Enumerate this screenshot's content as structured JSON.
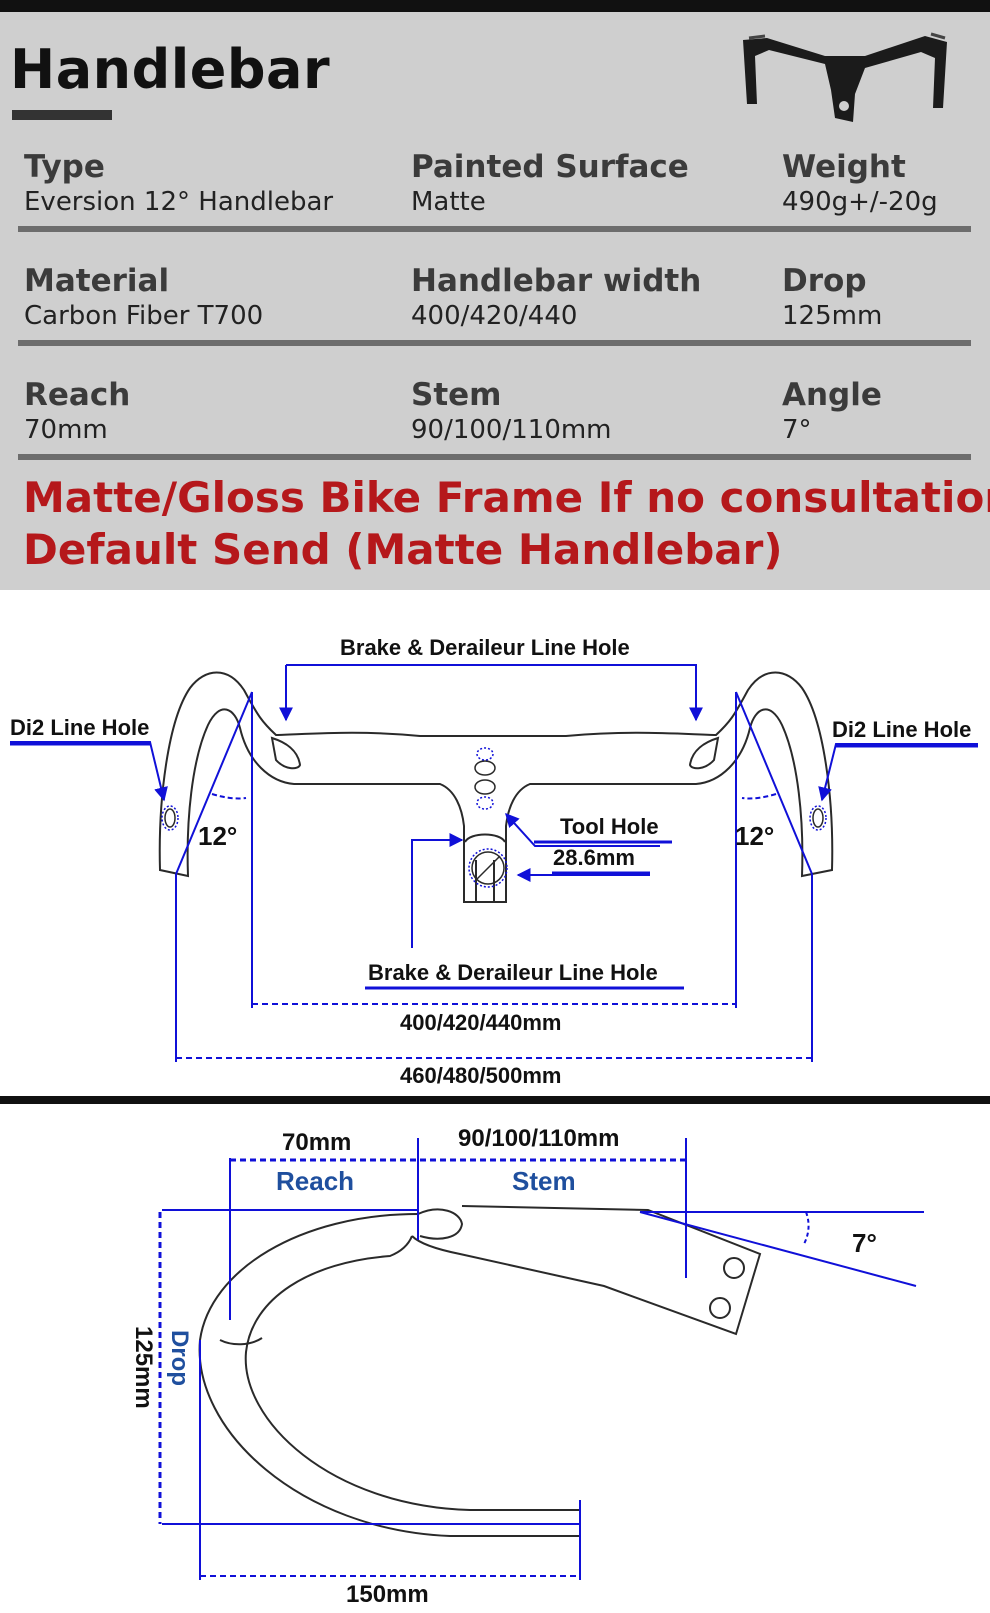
{
  "header": {
    "title": "Handlebar"
  },
  "specs": [
    [
      {
        "label": "Type",
        "value": "Eversion 12° Handlebar"
      },
      {
        "label": "Painted Surface",
        "value": "Matte"
      },
      {
        "label": "Weight",
        "value": "490g+/-20g"
      }
    ],
    [
      {
        "label": "Material",
        "value": "Carbon Fiber T700"
      },
      {
        "label": "Handlebar width",
        "value": " 400/420/440"
      },
      {
        "label": "Drop",
        "value": "125mm"
      }
    ],
    [
      {
        "label": "Reach",
        "value": "70mm"
      },
      {
        "label": "Stem",
        "value": "90/100/110mm"
      },
      {
        "label": "Angle",
        "value": "7°"
      }
    ]
  ],
  "notice": {
    "line1": "Matte/Gloss Bike Frame If no consultation",
    "line2": "Default Send (Matte Handlebar)"
  },
  "top_view": {
    "brake_line_hole_top": "Brake & Deraileur Line Hole",
    "di2_left": "Di2 Line Hole",
    "di2_right": "Di2 Line Hole",
    "flare_left": "12°",
    "flare_right": "12°",
    "tool_hole": "Tool Hole",
    "clamp": "28.6mm",
    "brake_line_hole_bottom": "Brake & Deraileur Line Hole",
    "width_inner": "400/420/440mm",
    "width_outer": "460/480/500mm"
  },
  "side_view": {
    "reach_value": "70mm",
    "reach_label": "Reach",
    "stem_value": "90/100/110mm",
    "stem_label": "Stem",
    "angle": "7°",
    "drop_value": "125mm",
    "drop_label": "Drop",
    "bottom_width": "150mm"
  },
  "colors": {
    "title_text": "#111111",
    "spec_background": "#cfcfcf",
    "notice_red": "#b5181b",
    "dimension_blue": "#1010d8",
    "label_navy": "#1f4f9e"
  }
}
